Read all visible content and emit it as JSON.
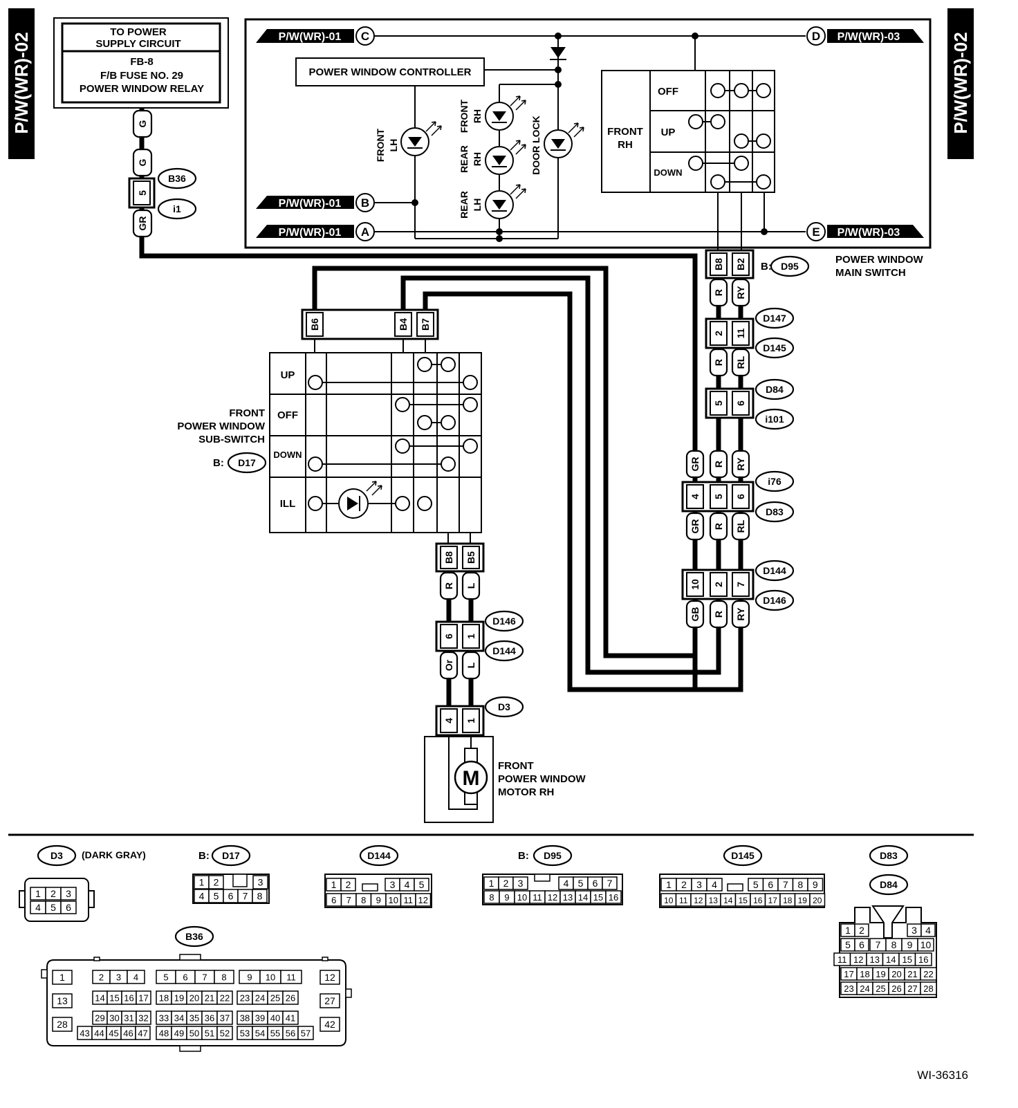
{
  "side_tabs": {
    "left": "P/W(WR)-02",
    "right": "P/W(WR)-02"
  },
  "power_supply_box": {
    "line1": "TO POWER",
    "line2": "SUPPLY CIRCUIT",
    "line3": "FB-8",
    "line4": "F/B FUSE NO. 29",
    "line5": "POWER WINDOW RELAY"
  },
  "supply_wire": {
    "wire_top": "G",
    "wire_mid": "G",
    "pin": "5",
    "wire_bottom": "GR",
    "conn_top": "B36",
    "conn_bottom": "i1"
  },
  "main_switch": {
    "tag_c": "P/W(WR)-01",
    "letter_c": "C",
    "tag_b": "P/W(WR)-01",
    "letter_b": "B",
    "tag_a": "P/W(WR)-01",
    "letter_a": "A",
    "tag_d": "P/W(WR)-03",
    "letter_d": "D",
    "tag_e": "P/W(WR)-03",
    "letter_e": "E",
    "controller": "POWER WINDOW CONTROLLER",
    "led_front_lh": [
      "FRONT",
      "LH"
    ],
    "led_front_rh": [
      "FRONT",
      "RH"
    ],
    "led_rear_rh": [
      "REAR",
      "RH"
    ],
    "led_rear_lh": [
      "REAR",
      "LH"
    ],
    "led_door_lock": "DOOR LOCK",
    "sw_front": "FRONT",
    "sw_rh": "RH",
    "row_off": "OFF",
    "row_up": "UP",
    "row_down": "DOWN",
    "pin_b8": "B8",
    "pin_b2": "B2",
    "conn_prefix": "B:",
    "conn": "D95",
    "label_1": "POWER WINDOW",
    "label_2": "MAIN SWITCH"
  },
  "right_harness": {
    "w1": "R",
    "w2": "RY",
    "c_d147": "D147",
    "c_d145": "D145",
    "p_2": "2",
    "p_11": "11",
    "w3": "R",
    "w4": "RL",
    "c_d84": "D84",
    "c_i101": "i101",
    "p_5": "5",
    "p_6": "6",
    "w5": "GR",
    "w6": "R",
    "w7": "RY",
    "c_i76": "i76",
    "c_d83": "D83",
    "p_4": "4",
    "p_5b": "5",
    "p_6b": "6",
    "w8": "GR",
    "w9": "R",
    "w10": "RL",
    "c_d144": "D144",
    "c_d146": "D146",
    "p_10": "10",
    "p_2b": "2",
    "p_7": "7",
    "w11": "GB",
    "w12": "R",
    "w13": "RY"
  },
  "sub_switch": {
    "pin_b6": "B6",
    "pin_b4": "B4",
    "pin_b7": "B7",
    "row_up": "UP",
    "row_off": "OFF",
    "row_down": "DOWN",
    "row_ill": "ILL",
    "label_1": "FRONT",
    "label_2": "POWER WINDOW",
    "label_3": "SUB-SWITCH",
    "conn_prefix": "B:",
    "conn": "D17",
    "pin_b8": "B8",
    "pin_b5": "B5"
  },
  "motor_harness": {
    "w1": "R",
    "w2": "L",
    "c_d146": "D146",
    "c_d144": "D144",
    "p_6": "6",
    "p_1": "1",
    "w3": "Or",
    "w4": "L",
    "c_d3": "D3",
    "p_4": "4",
    "p_1b": "1",
    "motor_symbol": "M",
    "label_1": "FRONT",
    "label_2": "POWER WINDOW",
    "label_3": "MOTOR RH"
  },
  "connectors": {
    "d3": {
      "name": "D3",
      "note": "(DARK GRAY)",
      "row1": [
        "1",
        "2",
        "3"
      ],
      "row2": [
        "4",
        "5",
        "6"
      ]
    },
    "d17": {
      "prefix": "B:",
      "name": "D17",
      "row1": [
        "1",
        "2",
        "3"
      ],
      "row2": [
        "4",
        "5",
        "6",
        "7",
        "8"
      ]
    },
    "d144": {
      "name": "D144",
      "row1": [
        "1",
        "2",
        "3",
        "4",
        "5"
      ],
      "row2": [
        "6",
        "7",
        "8",
        "9",
        "10",
        "11",
        "12"
      ]
    },
    "d95": {
      "prefix": "B:",
      "name": "D95",
      "row1": [
        "1",
        "2",
        "3",
        "4",
        "5",
        "6",
        "7"
      ],
      "row2": [
        "8",
        "9",
        "10",
        "11",
        "12",
        "13",
        "14",
        "15",
        "16"
      ]
    },
    "d145": {
      "name": "D145",
      "row1": [
        "1",
        "2",
        "3",
        "4",
        "5",
        "6",
        "7",
        "8",
        "9"
      ],
      "row2": [
        "10",
        "11",
        "12",
        "13",
        "14",
        "15",
        "16",
        "17",
        "18",
        "19",
        "20"
      ]
    },
    "d83": {
      "name1": "D83",
      "name2": "D84",
      "row1": [
        "1",
        "2",
        "3",
        "4"
      ],
      "row2": [
        "5",
        "6",
        "7",
        "8",
        "9",
        "10"
      ],
      "row3": [
        "11",
        "12",
        "13",
        "14",
        "15",
        "16"
      ],
      "row4": [
        "17",
        "18",
        "19",
        "20",
        "21",
        "22"
      ],
      "row5": [
        "23",
        "24",
        "25",
        "26",
        "27",
        "28"
      ]
    },
    "b36": {
      "name": "B36",
      "c1": "1",
      "c12": "12",
      "c13": "13",
      "c27": "27",
      "c28": "28",
      "c42": "42",
      "g1": [
        "2",
        "3",
        "4"
      ],
      "g2": [
        "5",
        "6",
        "7",
        "8"
      ],
      "g3": [
        "9",
        "10",
        "11"
      ],
      "g4": [
        "14",
        "15",
        "16",
        "17"
      ],
      "g5": [
        "18",
        "19",
        "20",
        "21",
        "22"
      ],
      "g6": [
        "23",
        "24",
        "25",
        "26"
      ],
      "g7": [
        "29",
        "30",
        "31",
        "32"
      ],
      "g8": [
        "33",
        "34",
        "35",
        "36",
        "37"
      ],
      "g9": [
        "38",
        "39",
        "40",
        "41"
      ],
      "g10": [
        "43",
        "44",
        "45",
        "46",
        "47"
      ],
      "g11": [
        "48",
        "49",
        "50",
        "51",
        "52"
      ],
      "g12": [
        "53",
        "54",
        "55",
        "56",
        "57"
      ]
    }
  },
  "figure_id": "WI-36316"
}
